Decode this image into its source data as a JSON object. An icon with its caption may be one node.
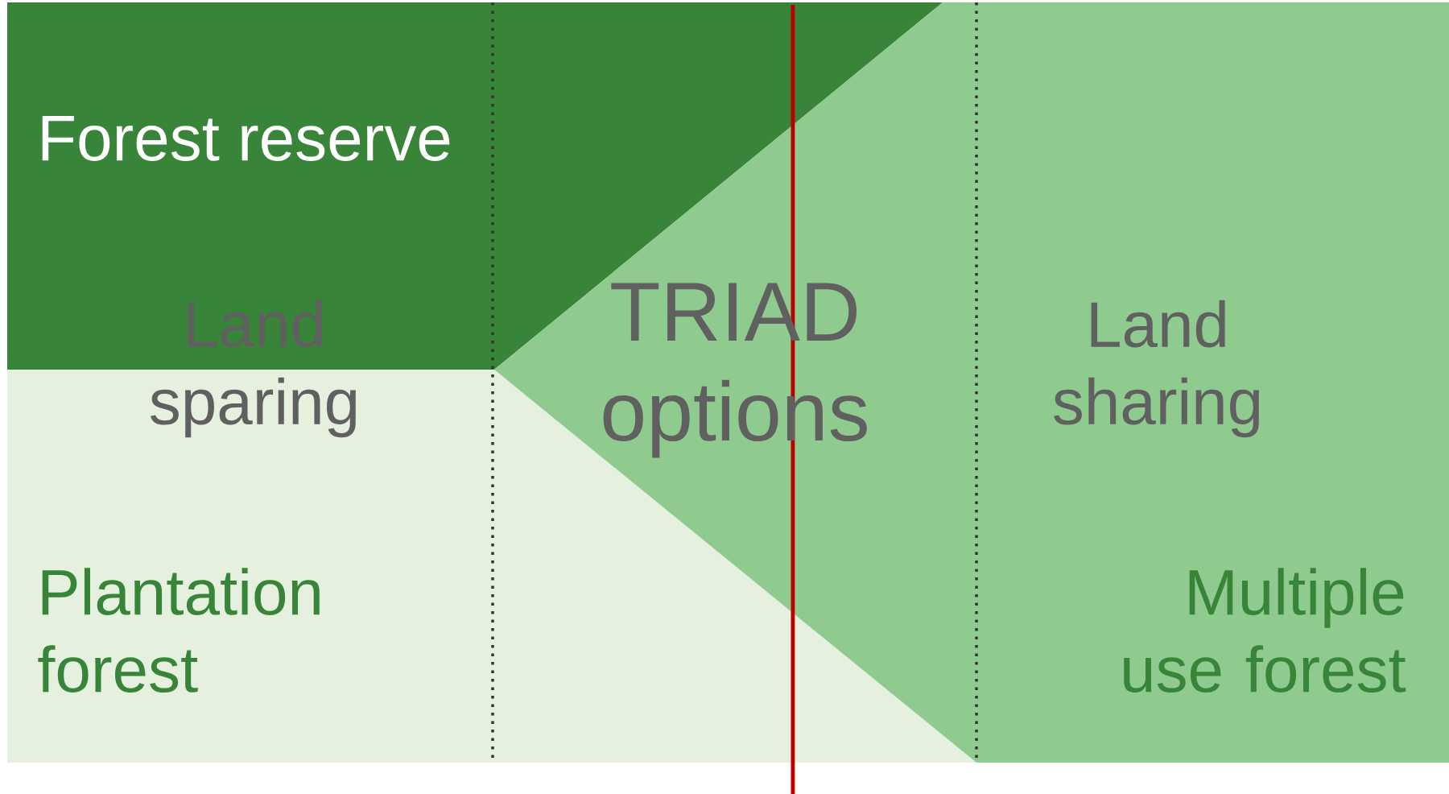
{
  "diagram": {
    "nodes": [
      {
        "text": [
          "Forest reserve"
        ]
      },
      {
        "text": [
          "Plantation forest"
        ]
      },
      {
        "text": [
          "Multiple use forest"
        ]
      }
    ],
    "labels": [
      "Land sparing",
      "TRIAD options",
      "Land sharing"
    ]
  }
}
